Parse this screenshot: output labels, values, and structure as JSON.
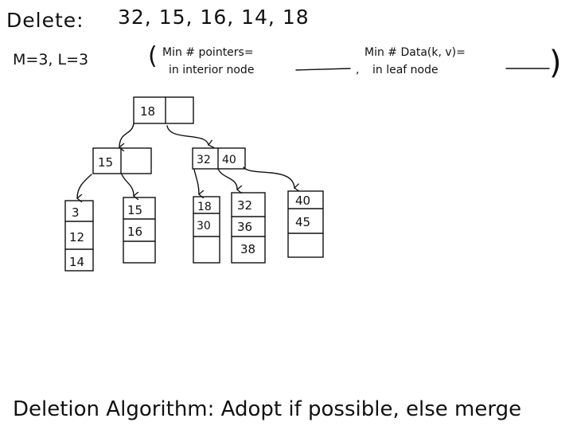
{
  "header": {
    "delete_label": "Delete:",
    "delete_keys": "32, 15, 16, 14, 18",
    "params": "M=3, L=3",
    "open_paren": "(",
    "min_pointers_label": "Min # pointers=",
    "min_pointers_sub": "in interior node",
    "separator": ",",
    "min_data_label": "Min # Data(k, v)=",
    "min_data_sub": "in leaf node",
    "close_paren": ")"
  },
  "tree": {
    "root": [
      "18",
      ""
    ],
    "interior": [
      [
        "15",
        ""
      ],
      [
        "32",
        "40"
      ]
    ],
    "leaves": [
      [
        "3",
        "12",
        "14"
      ],
      [
        "15",
        "16",
        ""
      ],
      [
        "18",
        "30",
        ""
      ],
      [
        "32",
        "36",
        "38"
      ],
      [
        "40",
        "45",
        ""
      ]
    ]
  },
  "footer": {
    "algorithm": "Deletion Algorithm: Adopt if possible, else merge"
  }
}
